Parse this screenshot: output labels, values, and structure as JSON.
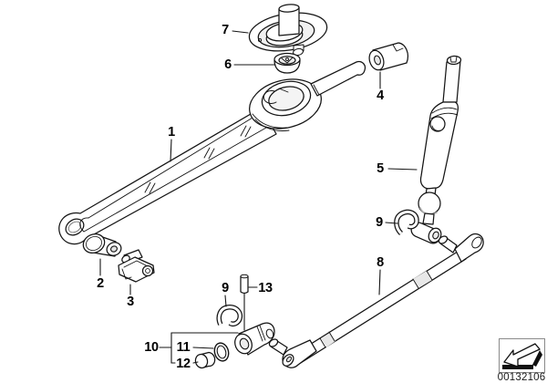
{
  "diagram": {
    "callouts": [
      {
        "label": "1"
      },
      {
        "label": "2"
      },
      {
        "label": "3"
      },
      {
        "label": "4"
      },
      {
        "label": "5"
      },
      {
        "label": "6"
      },
      {
        "label": "7"
      },
      {
        "label": "8"
      },
      {
        "label": "9"
      },
      {
        "label": "9"
      },
      {
        "label": "10"
      },
      {
        "label": "11"
      },
      {
        "label": "12"
      },
      {
        "label": "13"
      }
    ]
  },
  "stamp": {
    "arrow_icon": "direction-arrow-down-left",
    "document_number": "00132106"
  },
  "colors": {
    "line": "#141414",
    "background": "#ffffff",
    "shade": "#e8e8e8"
  }
}
